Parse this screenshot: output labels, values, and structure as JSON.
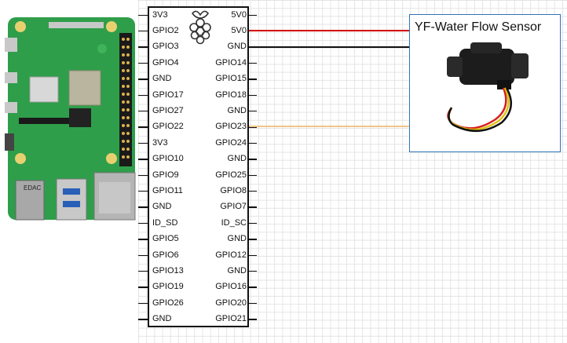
{
  "header": {
    "left_pins": [
      "3V3",
      "GPIO2",
      "GPIO3",
      "GPIO4",
      "GND",
      "GPIO17",
      "GPIO27",
      "GPIO22",
      "3V3",
      "GPIO10",
      "GPIO9",
      "GPIO11",
      "GND",
      "ID_SD",
      "GPIO5",
      "GPIO6",
      "GPIO13",
      "GPIO19",
      "GPIO26",
      "GND"
    ],
    "right_pins": [
      "5V0",
      "5V0",
      "GND",
      "GPIO14",
      "GPIO15",
      "GPIO18",
      "GND",
      "GPIO23",
      "GPIO24",
      "GND",
      "GPIO25",
      "GPIO8",
      "GPIO7",
      "ID_SC",
      "GND",
      "GPIO12",
      "GND",
      "GPIO16",
      "GPIO20",
      "GPIO21"
    ]
  },
  "sensor": {
    "title": "YF-Water Flow Sensor"
  },
  "board": {
    "edac_text": "EDAC"
  },
  "wires": [
    {
      "from": "5V0",
      "to": "sensor",
      "color": "#d40000"
    },
    {
      "from": "GND",
      "to": "sensor",
      "color": "#111111"
    },
    {
      "from": "GPIO23",
      "to": "sensor",
      "color": "#f0c48a"
    }
  ],
  "colors": {
    "board_green": "#2f9e4a",
    "box_border": "#2f74b5"
  }
}
